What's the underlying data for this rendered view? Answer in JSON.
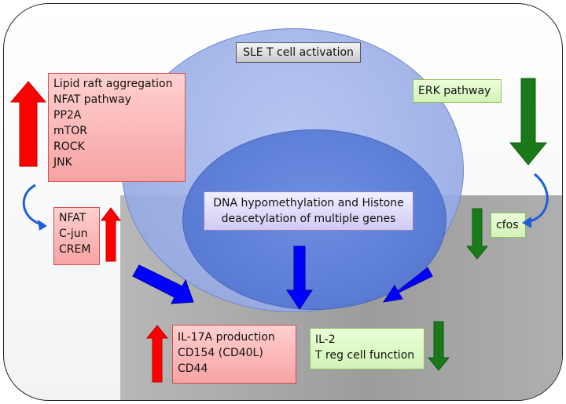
{
  "title": "SLE T cell activation",
  "up_list_1": [
    "Lipid raft aggregation",
    "NFAT pathway",
    "PP2A",
    "mTOR",
    "ROCK",
    "JNK"
  ],
  "up_list_2": [
    "NFAT",
    "C-jun",
    "CREM"
  ],
  "down_item_1": "ERK pathway",
  "down_item_2": "cfos",
  "center_box": [
    "DNA hypomethylation and Histone",
    "deacetylation of multiple genes"
  ],
  "outcome_up": [
    "IL-17A production",
    "CD154 (CD40L)",
    "CD44"
  ],
  "outcome_down": [
    "IL-2",
    "T reg cell function"
  ],
  "colors": {
    "up_arrow": "#ff0000",
    "down_arrow": "#1a7a1a",
    "flow_arrow": "#0000ff",
    "curve_arrow": "#1f5fd6"
  }
}
